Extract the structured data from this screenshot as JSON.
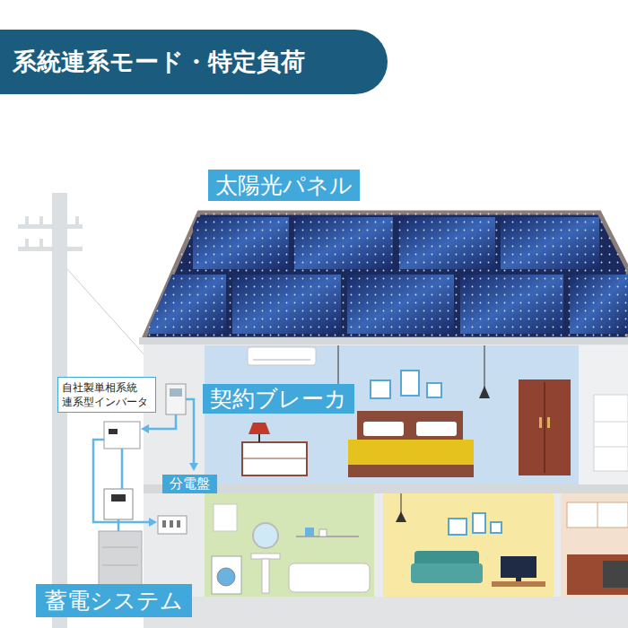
{
  "diagram": {
    "title": "系統連系モード・特定負荷",
    "nodes": [
      {
        "text": [
          "太陽光パネル"
        ]
      },
      {
        "text": [
          "契約ブレーカ"
        ]
      },
      {
        "text": [
          "自社製単相系統 連系型インバータ"
        ]
      },
      {
        "text": [
          "分電盤"
        ]
      },
      {
        "text": [
          "蓄電システム"
        ]
      }
    ]
  }
}
